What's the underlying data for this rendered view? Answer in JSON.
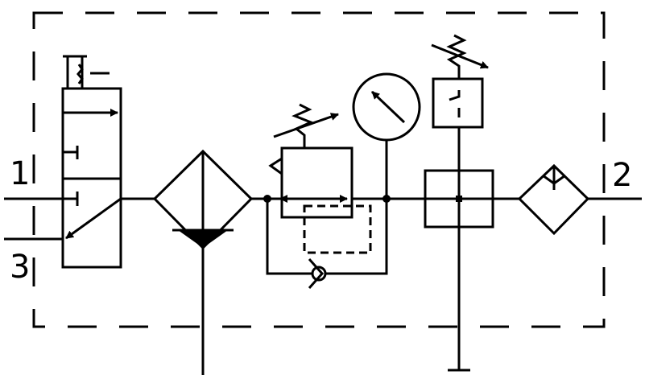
{
  "ports": {
    "port_1": "1",
    "port_2": "2",
    "port_3": "3"
  },
  "colors": {
    "stroke": "#000000",
    "background": "#ffffff"
  },
  "components": [
    "shutoff-valve",
    "filter",
    "pressure-regulator",
    "check-valve",
    "pressure-gauge",
    "pressure-switch",
    "distribution-block",
    "lubricator"
  ]
}
